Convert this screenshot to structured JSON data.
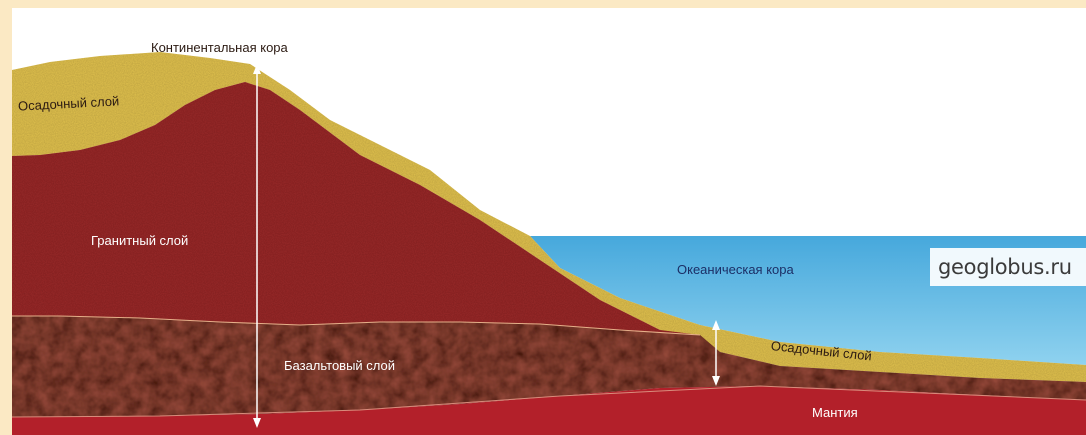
{
  "labels": {
    "continental_crust": "Континентальная кора",
    "sedimentary_layer_left": "Осадочный слой",
    "granite_layer": "Гранитный слой",
    "basalt_layer": "Базальтовый слой",
    "oceanic_crust": "Океаническая кора",
    "sedimentary_layer_right": "Осадочный слой",
    "mantle": "Мантия"
  },
  "watermark": "geoglobus.ru",
  "colors": {
    "background": "#fbe9c4",
    "sediment": "#e2c24f",
    "granite": "#9a2a2a",
    "basalt": "#3a1410",
    "mantle": "#b3202a",
    "ocean": "#4fb3df"
  }
}
